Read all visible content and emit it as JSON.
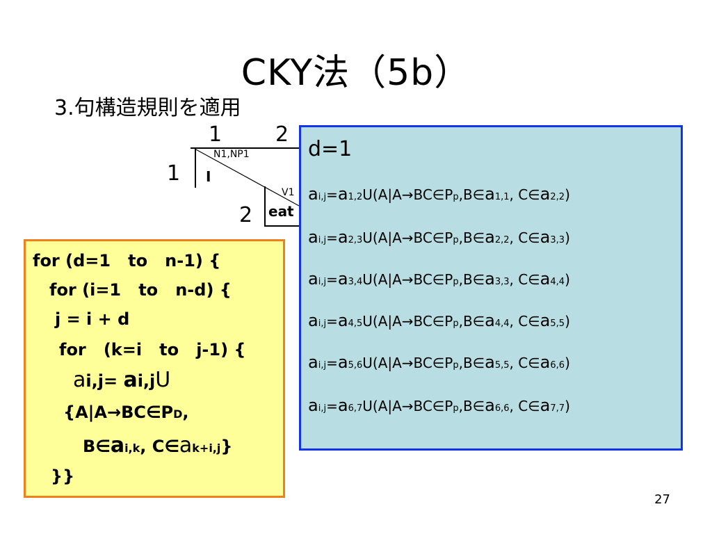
{
  "slide": {
    "title": "CKY法（5b）",
    "subtitle": "3.句構造規則を適用",
    "page_number": "27"
  },
  "chart": {
    "col_labels": [
      "1",
      "2"
    ],
    "row_labels": [
      "1",
      "2"
    ],
    "cell_1_1_label": "N1,NP1",
    "cell_1_1_word": "I",
    "cell_2_2_label": "V1",
    "cell_2_2_word": "eat"
  },
  "code": {
    "l1": "for (d=1   to   n-1) {",
    "l2": "for (i=1   to   n-d) {",
    "l3": "j = i + d",
    "l4": "for   (k=i   to   j-1) {",
    "l5_a1": "a",
    "l5_s1": "i,j",
    "l5_eq": "=",
    "l5_a2": "a",
    "l5_s2": "i,j",
    "l5_u": "U",
    "l6_pre": "{A|A→BC∈P",
    "l6_sub": "D",
    "l6_post": ",",
    "l7_b": "B∈",
    "l7_a1": "a",
    "l7_s1": "i,k",
    "l7_c": ", C∈",
    "l7_a2": "a",
    "l7_s2": "k+i,j",
    "l7_end": "}",
    "l8": "}}"
  },
  "info": {
    "d_label": "d=1",
    "rules": [
      {
        "t": "1,2",
        "b": "1,1",
        "c": "2,2"
      },
      {
        "t": "2,3",
        "b": "2,2",
        "c": "3,3"
      },
      {
        "t": "3,4",
        "b": "3,3",
        "c": "4,4"
      },
      {
        "t": "4,5",
        "b": "4,4",
        "c": "5,5"
      },
      {
        "t": "5,6",
        "b": "5,5",
        "c": "6,6"
      },
      {
        "t": "6,7",
        "b": "6,6",
        "c": "7,7"
      }
    ],
    "rule_parts": {
      "a": "a",
      "ij": "i,j",
      "eq": "=",
      "u_open": "U(A|A→BC∈P",
      "p_sub": "p",
      "b_part": ",B∈",
      "c_part": ", C∈",
      "close": ")"
    }
  }
}
